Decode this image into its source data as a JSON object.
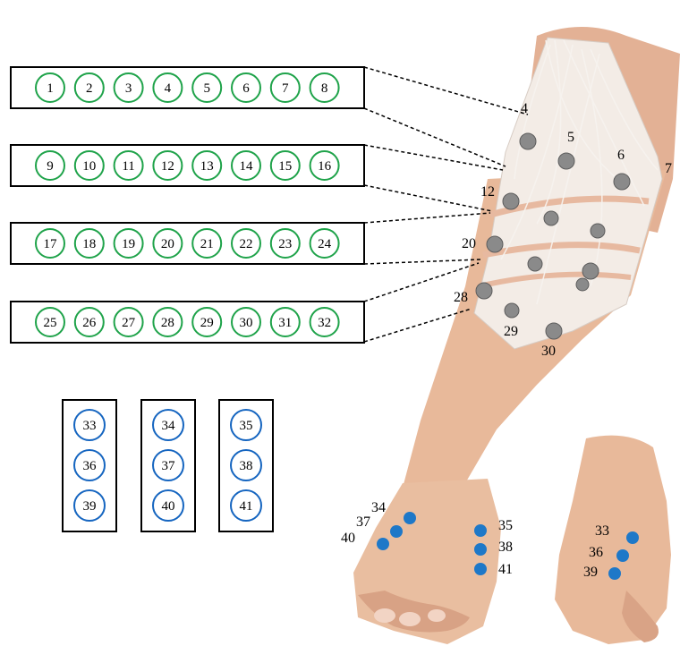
{
  "colors": {
    "green_electrode": "#1fa34a",
    "blue_electrode": "#1565c0",
    "blue_dot": "#1e78c8",
    "skin": "#e8b99a",
    "sleeve": "#f3ece6",
    "electrode_metal": "#7d7d7d"
  },
  "strips": [
    {
      "numbers": [
        "1",
        "2",
        "3",
        "4",
        "5",
        "6",
        "7",
        "8"
      ]
    },
    {
      "numbers": [
        "9",
        "10",
        "11",
        "12",
        "13",
        "14",
        "15",
        "16"
      ]
    },
    {
      "numbers": [
        "17",
        "18",
        "19",
        "20",
        "21",
        "22",
        "23",
        "24"
      ]
    },
    {
      "numbers": [
        "25",
        "26",
        "27",
        "28",
        "29",
        "30",
        "31",
        "32"
      ]
    }
  ],
  "columns": [
    {
      "numbers": [
        "33",
        "36",
        "39"
      ]
    },
    {
      "numbers": [
        "34",
        "37",
        "40"
      ]
    },
    {
      "numbers": [
        "35",
        "38",
        "41"
      ]
    }
  ],
  "arm_labels": [
    "4",
    "5",
    "6",
    "7",
    "12",
    "20",
    "28",
    "29",
    "30"
  ],
  "wrist_labels": [
    "34",
    "37",
    "40",
    "35",
    "38",
    "41"
  ],
  "hand_labels": [
    "33",
    "36",
    "39"
  ],
  "icons": {
    "forearm": "forearm-photo",
    "hand": "hand-back-photo"
  }
}
